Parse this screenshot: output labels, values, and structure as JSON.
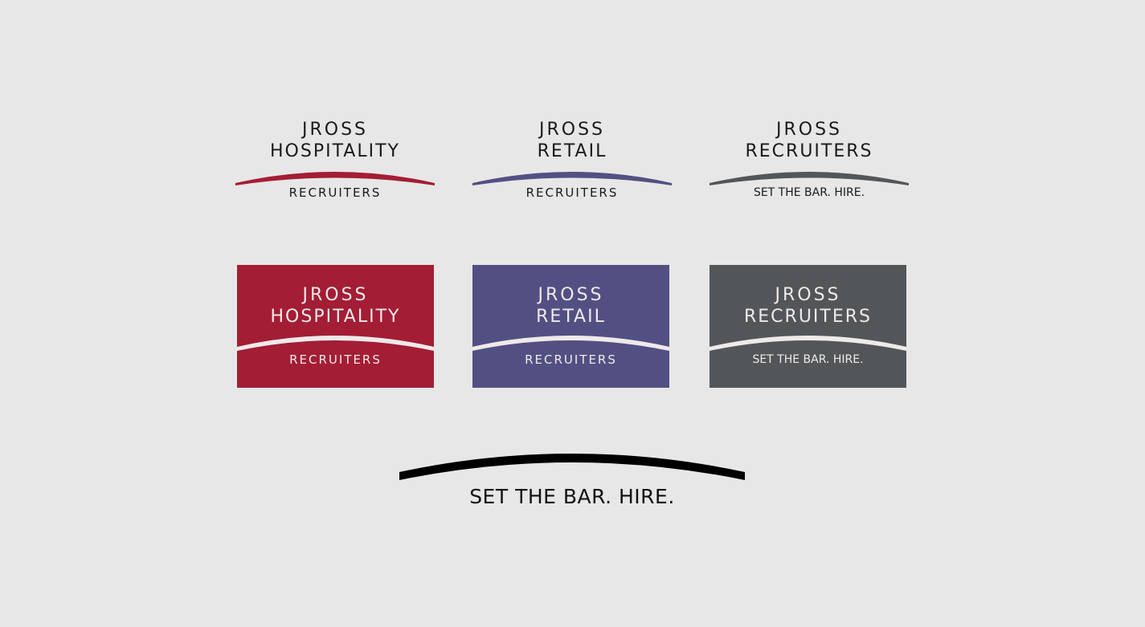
{
  "colors": {
    "background": "#e7e7e7",
    "hospitality": "#a31d35",
    "retail": "#525083",
    "recruiters": "#525659",
    "text_dark": "#1a1a1a",
    "text_light": "#efeaea"
  },
  "line_logos": [
    {
      "line1": "JROSS",
      "line2": "HOSPITALITY",
      "sub": "RECRUITERS"
    },
    {
      "line1": "JROSS",
      "line2": "RETAIL",
      "sub": "RECRUITERS"
    },
    {
      "line1": "JROSS",
      "line2": "RECRUITERS",
      "sub": "SET THE BAR. HIRE."
    }
  ],
  "box_logos": [
    {
      "line1": "JROSS",
      "line2": "HOSPITALITY",
      "sub": "RECRUITERS"
    },
    {
      "line1": "JROSS",
      "line2": "RETAIL",
      "sub": "RECRUITERS"
    },
    {
      "line1": "JROSS",
      "line2": "RECRUITERS",
      "sub": "SET THE BAR. HIRE."
    }
  ],
  "tagline": "SET THE BAR. HIRE."
}
